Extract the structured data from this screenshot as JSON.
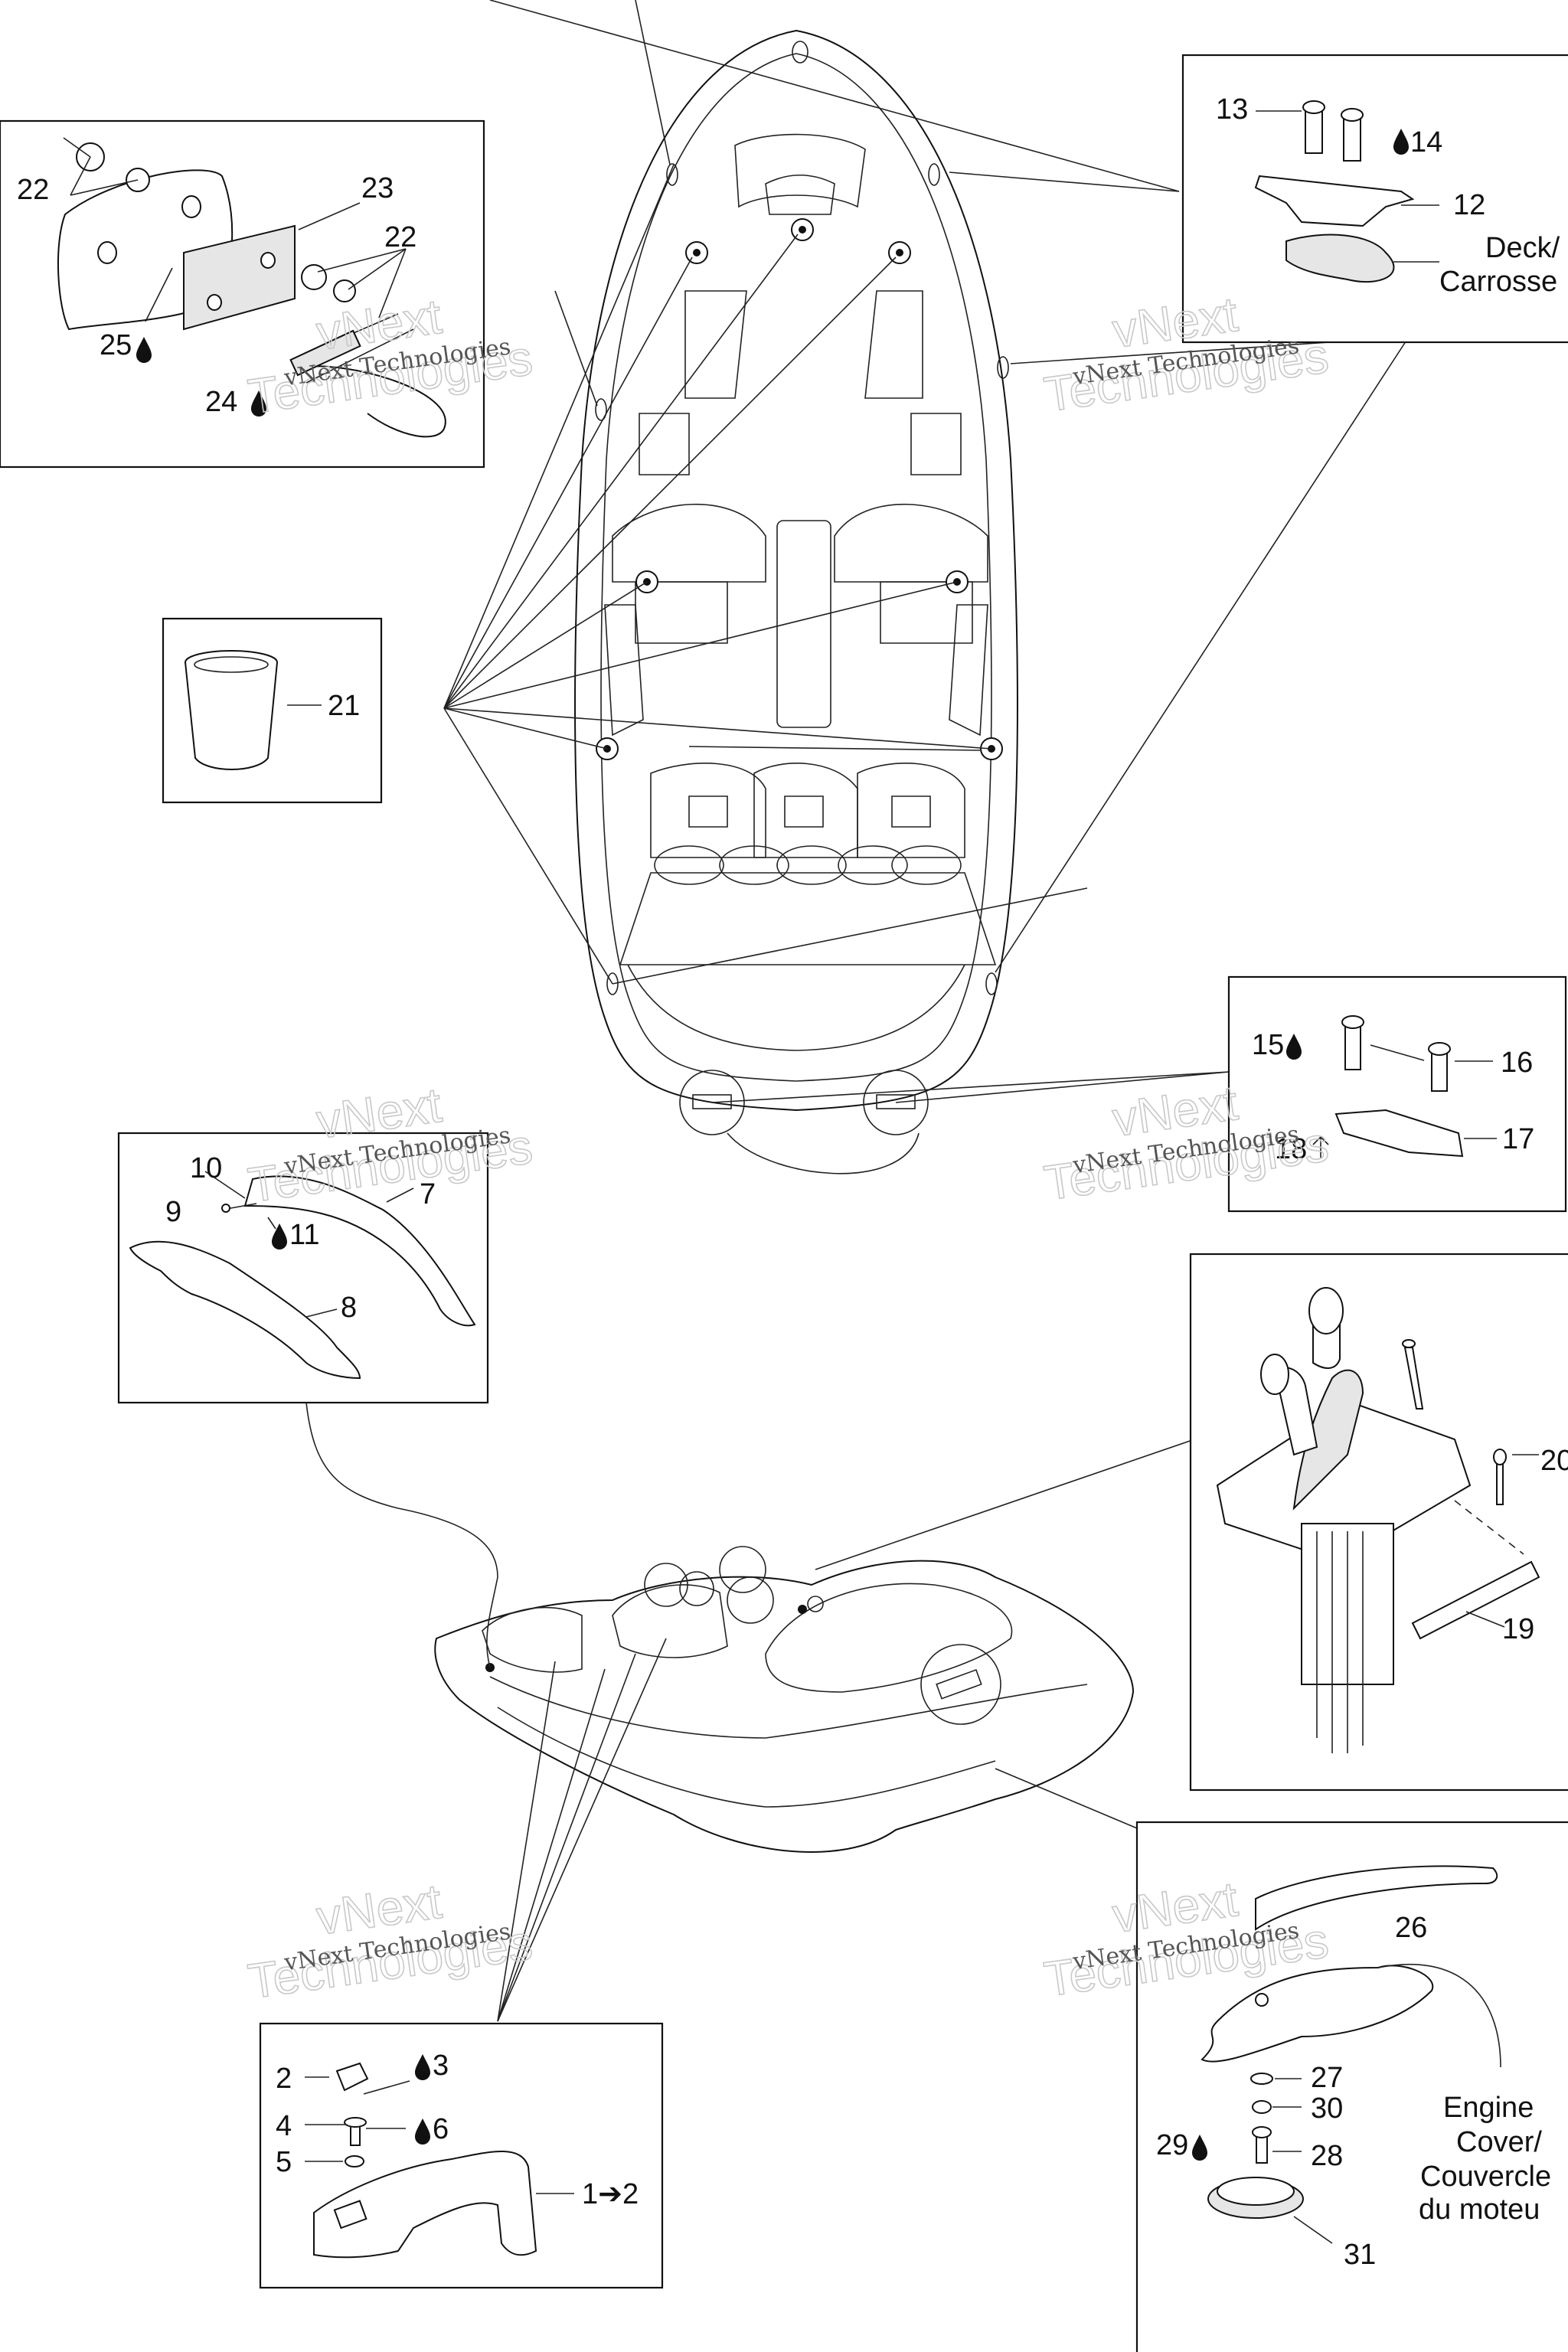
{
  "watermark": {
    "line1": "vNext Technologies",
    "big_a": "vNext",
    "big_b": "Technologies"
  },
  "callouts": {
    "c1": "1➔2",
    "c2": "2",
    "c3": "3",
    "c4": "4",
    "c5": "5",
    "c6": "6",
    "c7": "7",
    "c8": "8",
    "c9": "9",
    "c10": "10",
    "c11": "11",
    "c12": "12",
    "c13": "13",
    "c14": "14",
    "c15": "15",
    "c16": "16",
    "c17": "17",
    "c18": "18",
    "c19": "19",
    "c20": "20",
    "c21": "21",
    "c22a": "22",
    "c22b": "22",
    "c23": "23",
    "c24": "24",
    "c25": "25",
    "c26": "26",
    "c27": "27",
    "c28": "28",
    "c29": "29",
    "c30": "30",
    "c31": "31"
  },
  "notes": {
    "deck_en": "Deck/",
    "deck_fr": "Carrosse",
    "engine_1": "Engine",
    "engine_2": "Cover/",
    "engine_3": "Couvercle",
    "engine_4": "du moteu"
  },
  "icons": {
    "sealant": "drop-icon",
    "torque": "arrow-icon"
  }
}
